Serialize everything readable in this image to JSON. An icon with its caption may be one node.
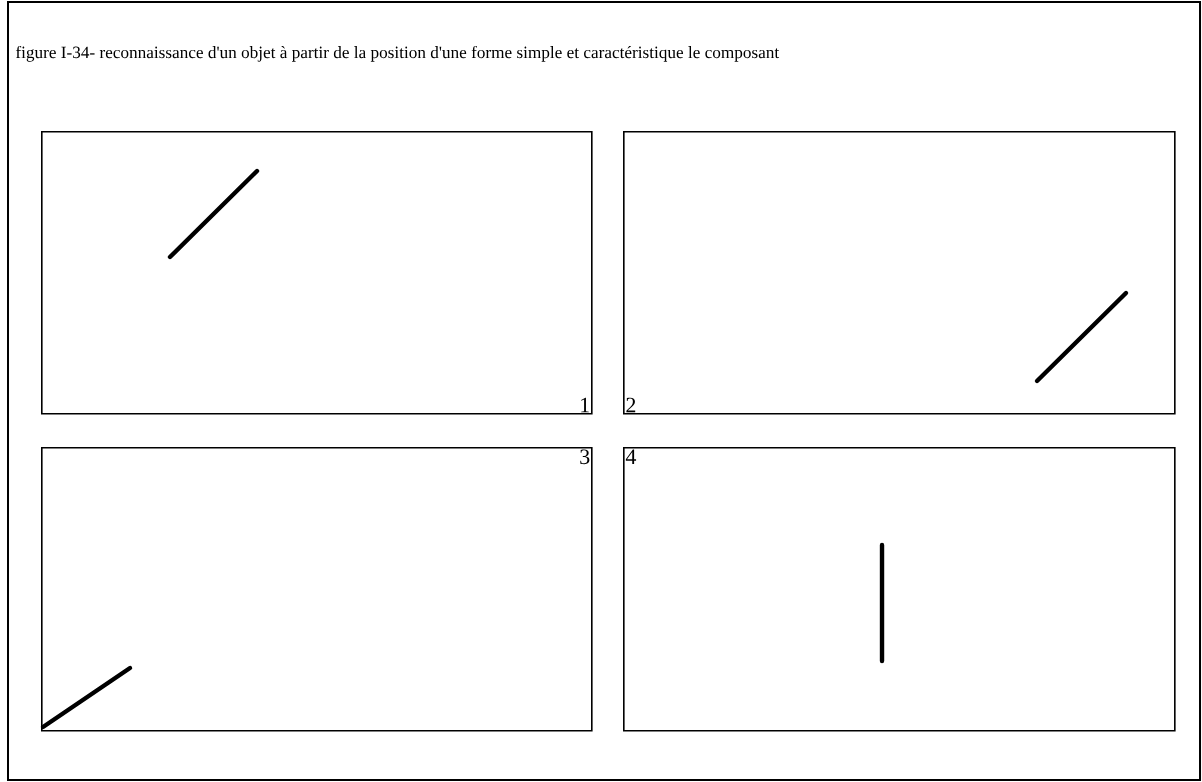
{
  "diagram": {
    "title": "figure I-34- reconnaissance d'un objet à partir de la position d'une forme simple et caractéristique le composant",
    "nodes": [
      {
        "text": [
          "1"
        ]
      },
      {
        "text": [
          "2"
        ]
      },
      {
        "text": [
          "3"
        ]
      },
      {
        "text": [
          "4"
        ]
      }
    ]
  }
}
